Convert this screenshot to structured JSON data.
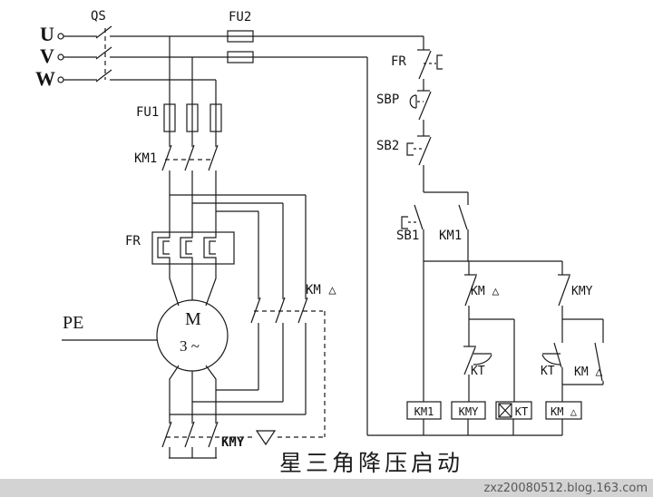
{
  "title": "星三角降压启动",
  "watermark": "zxz20080512.blog.163.com",
  "terminals": {
    "u": "U",
    "v": "V",
    "w": "W",
    "pe": "PE"
  },
  "motor": {
    "letter": "M",
    "phase": "3 ~"
  },
  "main": {
    "qs": "QS",
    "fu2": "FU2",
    "fu1": "FU1",
    "km1": "KM1",
    "fr": "FR",
    "km_delta": "KM △",
    "kmy": "KMY"
  },
  "control": {
    "fr": "FR",
    "sbp": "SBP",
    "sb2": "SB2",
    "sb1": "SB1",
    "km1_aux": "KM1",
    "km_delta_nc": "KM △",
    "kmy_nc": "KMY",
    "kt_delay_open": "KT",
    "kt_delay_close": "KT",
    "km_delta_aux": "KM △"
  },
  "coils": {
    "km1": "KM1",
    "kmy": "KMY",
    "kt": "KT",
    "km_delta": "KM △"
  },
  "colors": {
    "line": "#1a1a1a",
    "footer_bg": "#d3d3d3",
    "footer_text": "#595959"
  }
}
